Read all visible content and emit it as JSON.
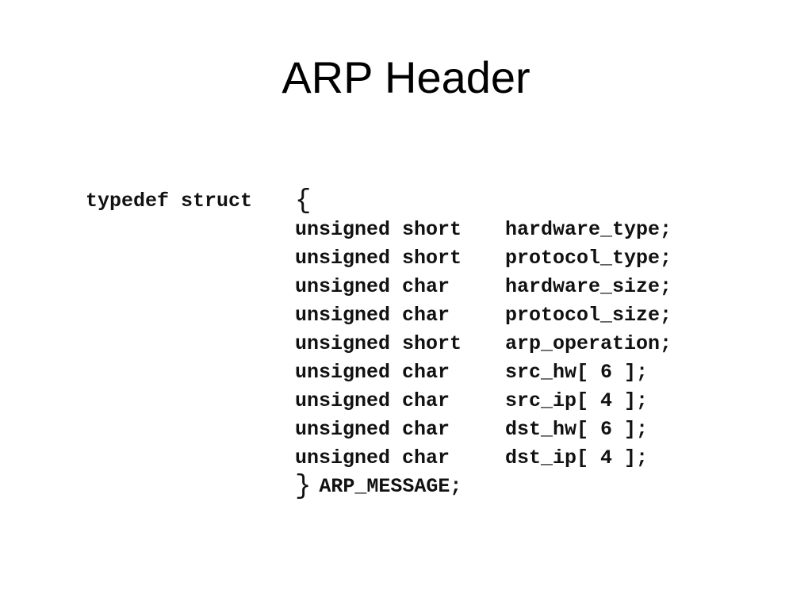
{
  "slide": {
    "title": "ARP Header"
  },
  "code": {
    "keyword": "typedef struct",
    "open_brace": "{",
    "close_brace": "}",
    "struct_name": "ARP_MESSAGE;",
    "fields": [
      {
        "type": "unsigned short",
        "name": "hardware_type;"
      },
      {
        "type": "unsigned short",
        "name": "protocol_type;"
      },
      {
        "type": "unsigned char",
        "name": "hardware_size;"
      },
      {
        "type": "unsigned char",
        "name": "protocol_size;"
      },
      {
        "type": "unsigned short",
        "name": "arp_operation;"
      },
      {
        "type": "unsigned char",
        "name": "src_hw[ 6 ];"
      },
      {
        "type": "unsigned char",
        "name": "src_ip[ 4 ];"
      },
      {
        "type": "unsigned char",
        "name": "dst_hw[ 6 ];"
      },
      {
        "type": "unsigned char",
        "name": "dst_ip[ 4 ];"
      }
    ]
  }
}
